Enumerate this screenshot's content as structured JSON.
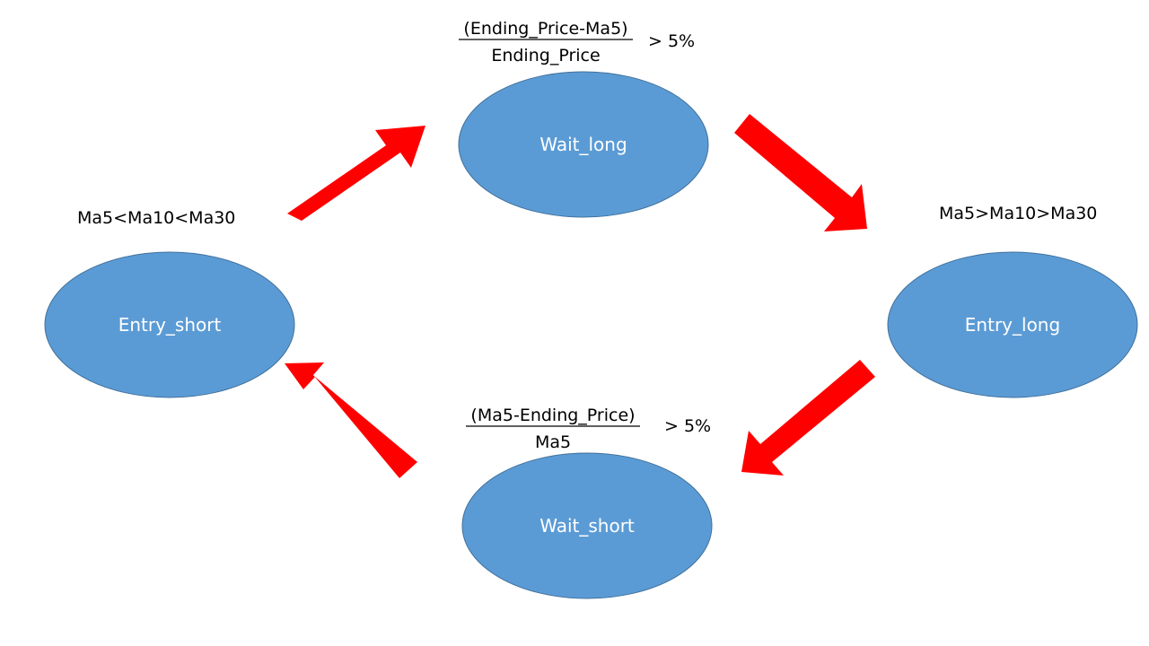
{
  "colors": {
    "node_fill": "#5b9bd5",
    "node_stroke": "#41719c",
    "arrow": "#ff0000",
    "text": "#000000",
    "node_text": "#ffffff"
  },
  "nodes": {
    "wait_long": "Wait_long",
    "entry_long": "Entry_long",
    "wait_short": "Wait_short",
    "entry_short": "Entry_short"
  },
  "conditions": {
    "top": {
      "numerator": "(Ending_Price-Ma5)",
      "denominator": "Ending_Price",
      "threshold": "> 5%"
    },
    "bottom": {
      "numerator": "(Ma5-Ending_Price)",
      "denominator": "Ma5",
      "threshold": "> 5%"
    },
    "left": "Ma5<Ma10<Ma30",
    "right": "Ma5>Ma10>Ma30"
  },
  "edges": [
    {
      "from": "entry_short",
      "to": "wait_long"
    },
    {
      "from": "wait_long",
      "to": "entry_long"
    },
    {
      "from": "entry_long",
      "to": "wait_short"
    },
    {
      "from": "wait_short",
      "to": "entry_short"
    }
  ]
}
